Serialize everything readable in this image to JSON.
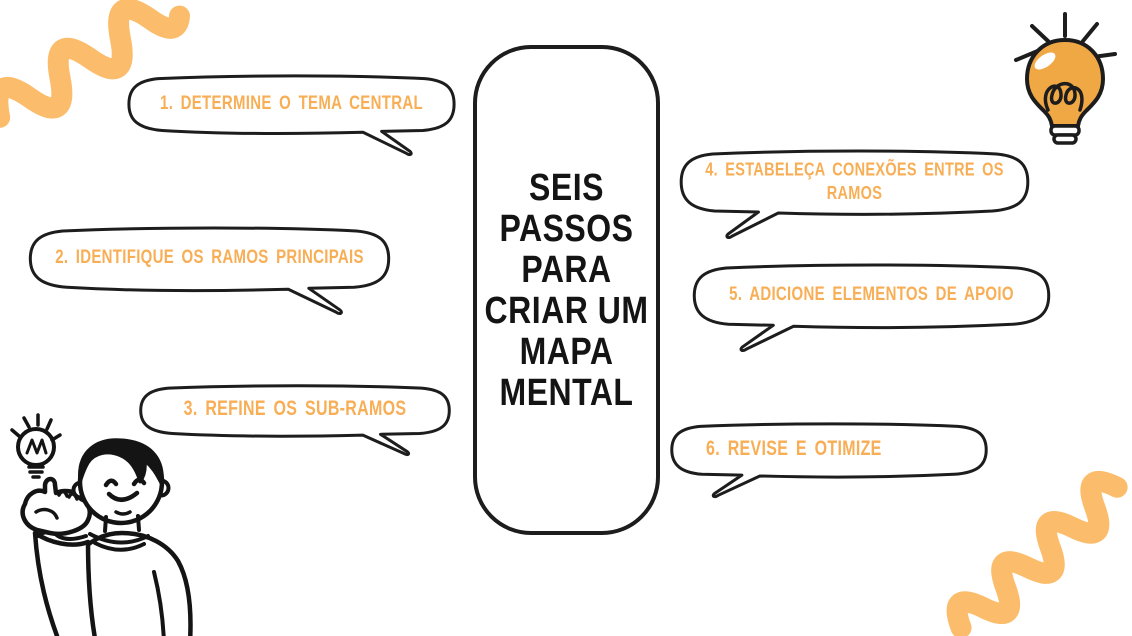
{
  "title": {
    "full_text": "SEIS PASSOS PARA CRIAR UM MAPA MENTAL",
    "lines": [
      "SEIS",
      "PASSOS",
      "PARA",
      "CRIAR UM",
      "MAPA",
      "MENTAL"
    ]
  },
  "steps": [
    {
      "id": 1,
      "label": "1. DETERMINE O TEMA CENTRAL",
      "side": "left"
    },
    {
      "id": 2,
      "label": "2. IDENTIFIQUE OS RAMOS PRINCIPAIS",
      "side": "left"
    },
    {
      "id": 3,
      "label": "3. REFINE OS SUB-RAMOS",
      "side": "left"
    },
    {
      "id": 4,
      "label": "4. ESTABELEÇA CONEXÕES ENTRE OS RAMOS",
      "side": "right"
    },
    {
      "id": 5,
      "label": "5. ADICIONE ELEMENTOS DE APOIO",
      "side": "right"
    },
    {
      "id": 6,
      "label": "6. REVISE E OTIMIZE",
      "side": "right"
    }
  ],
  "decorations": {
    "top_left": "orange-squiggle",
    "top_right": "lightbulb-icon",
    "bottom_left": "person-raising-finger-with-idea-bulb",
    "bottom_right": "orange-squiggle"
  },
  "colors": {
    "background": "#FFFFFF",
    "accent_text_orange": "#F8AE55",
    "squiggle_orange": "#FBBD6C",
    "bulb_fill_orange": "#F0A844",
    "outline_black": "#1D1D1D"
  }
}
